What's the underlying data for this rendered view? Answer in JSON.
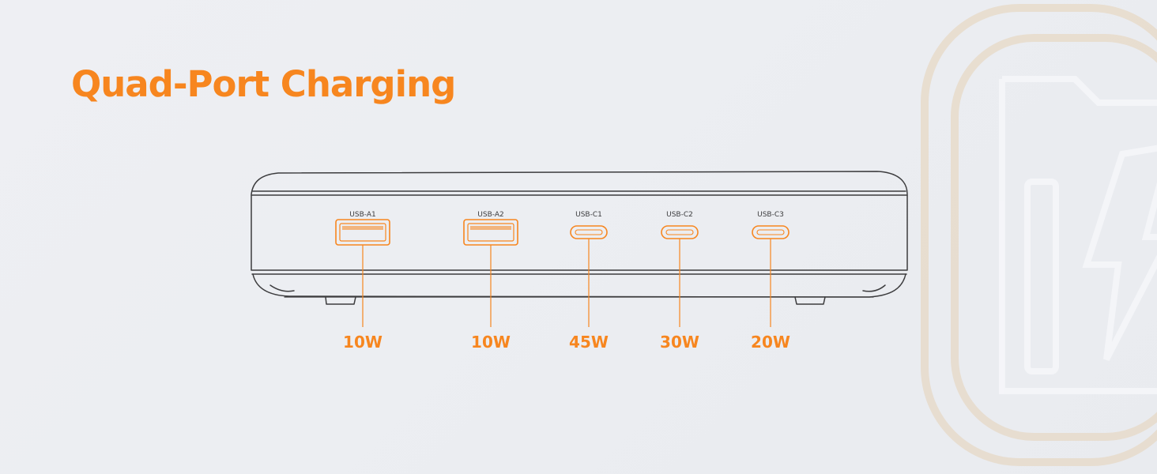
{
  "headline": "Quad-Port Charging",
  "accent_color": "#f7861f",
  "outline_color": "#3c3c3e",
  "ports": [
    {
      "label": "USB-A1",
      "type": "usb-a",
      "power": "10W"
    },
    {
      "label": "USB-A2",
      "type": "usb-a",
      "power": "10W"
    },
    {
      "label": "USB-C1",
      "type": "usb-c",
      "power": "45W"
    },
    {
      "label": "USB-C2",
      "type": "usb-c",
      "power": "30W"
    },
    {
      "label": "USB-C3",
      "type": "usb-c",
      "power": "20W"
    }
  ]
}
